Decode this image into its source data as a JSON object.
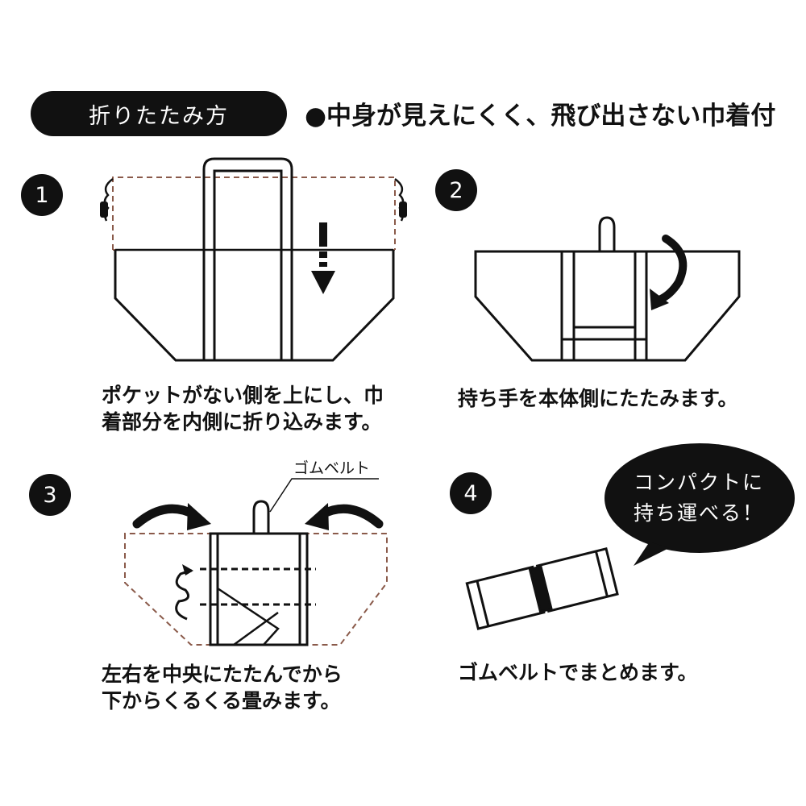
{
  "header": {
    "title": "折りたたみ方",
    "subtitle": "●中身が見えにくく、飛び出さない巾着付"
  },
  "steps": [
    {
      "number": "1",
      "caption_lines": [
        "ポケットがない側を上にし、巾",
        "着部分を内側に折り込みます。"
      ]
    },
    {
      "number": "2",
      "caption_lines": [
        "持ち手を本体側にたたみます。"
      ]
    },
    {
      "number": "3",
      "caption_lines": [
        "左右を中央にたたんでから",
        "下からくるくる畳みます。"
      ],
      "callout": "ゴムベルト"
    },
    {
      "number": "4",
      "caption_lines": [
        "ゴムベルトでまとめます。"
      ],
      "bubble_lines": [
        "コンパクトに",
        "持ち運べる！"
      ]
    }
  ],
  "colors": {
    "ink": "#111111",
    "paper": "#ffffff",
    "dash_accent": "#8a5a4a"
  }
}
